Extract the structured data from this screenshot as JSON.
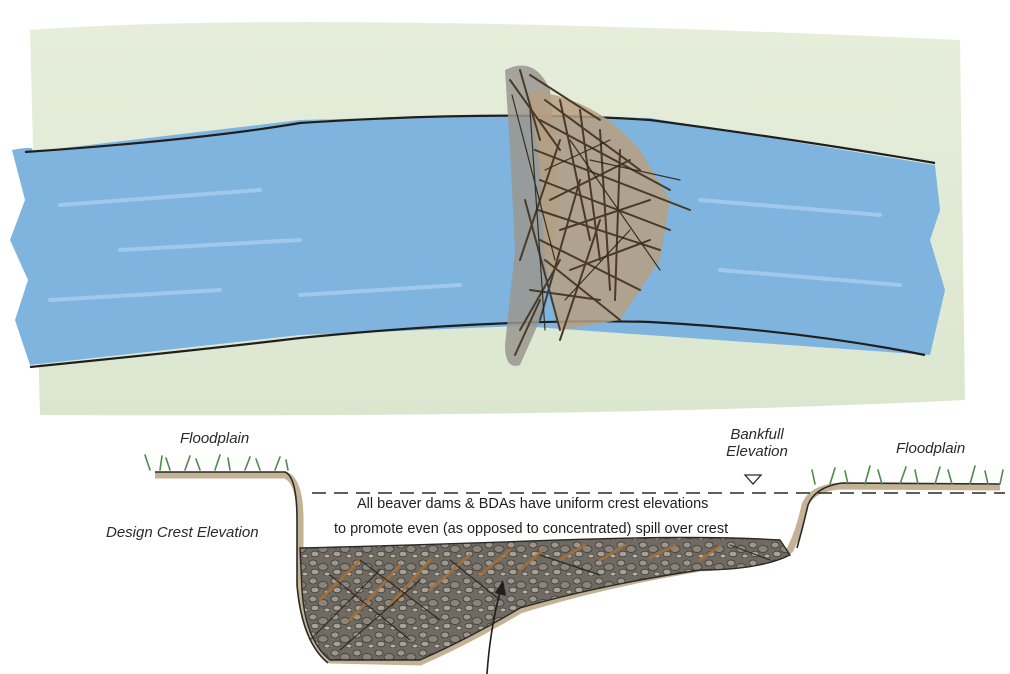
{
  "labels": {
    "floodplain_left": "Floodplain",
    "floodplain_right": "Floodplain",
    "bankfull_line1": "Bankfull",
    "bankfull_line2": "Elevation",
    "design_crest": "Design Crest Elevation"
  },
  "note": {
    "line1": "All beaver dams & BDAs have uniform crest elevations",
    "line2": "to promote even (as opposed to concentrated)  spill over crest"
  },
  "colors": {
    "floodplain_green": "#dfe8d2",
    "water_blue": "#7eb3df",
    "dam_brown": "#5a4630",
    "soil_tan": "#c8b89c",
    "grass_green": "#4f8a4a"
  }
}
